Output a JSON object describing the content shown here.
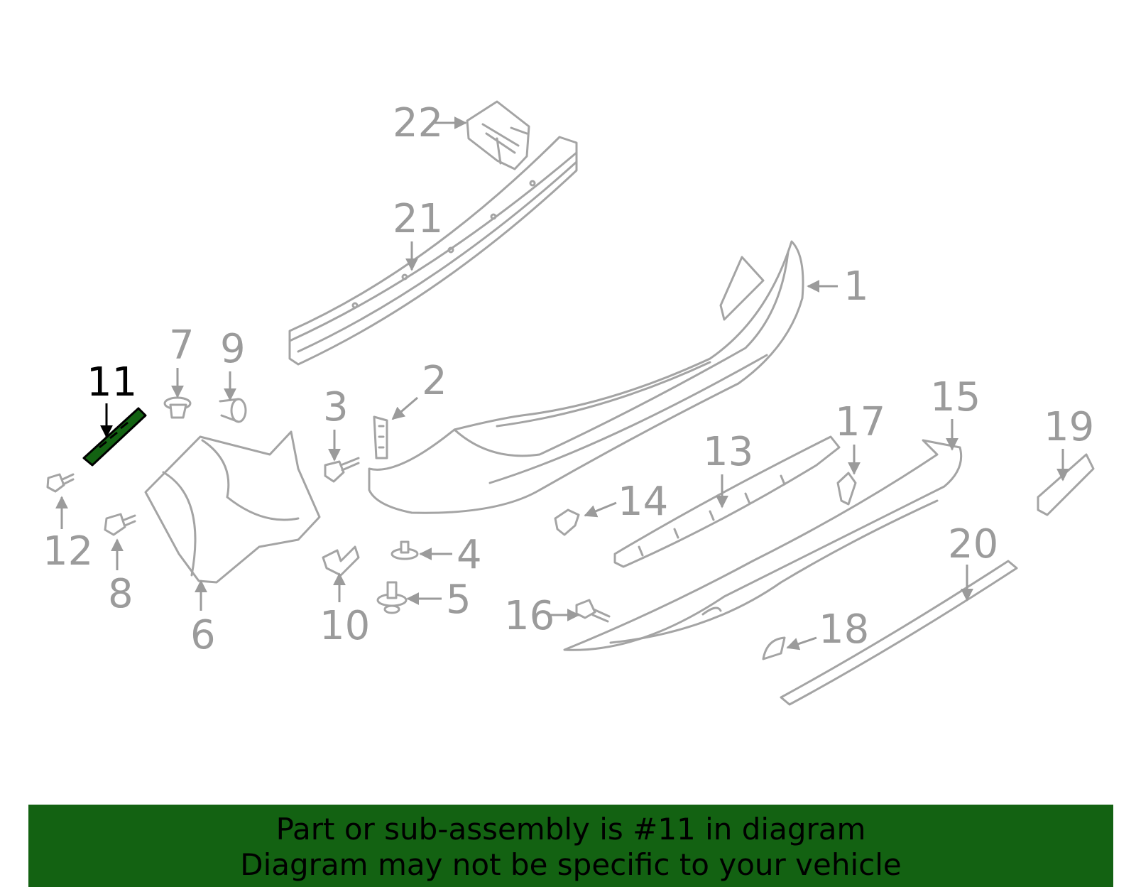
{
  "diagram": {
    "highlight_part": "11",
    "highlight_color": "#136212",
    "callouts": [
      "1",
      "2",
      "3",
      "4",
      "5",
      "6",
      "7",
      "8",
      "9",
      "10",
      "11",
      "12",
      "13",
      "14",
      "15",
      "16",
      "17",
      "18",
      "19",
      "20",
      "21",
      "22"
    ]
  },
  "banner": {
    "line1": "Part or sub-assembly is #11 in diagram",
    "line2": "Diagram may not be specific to your vehicle",
    "color": "#136212"
  }
}
